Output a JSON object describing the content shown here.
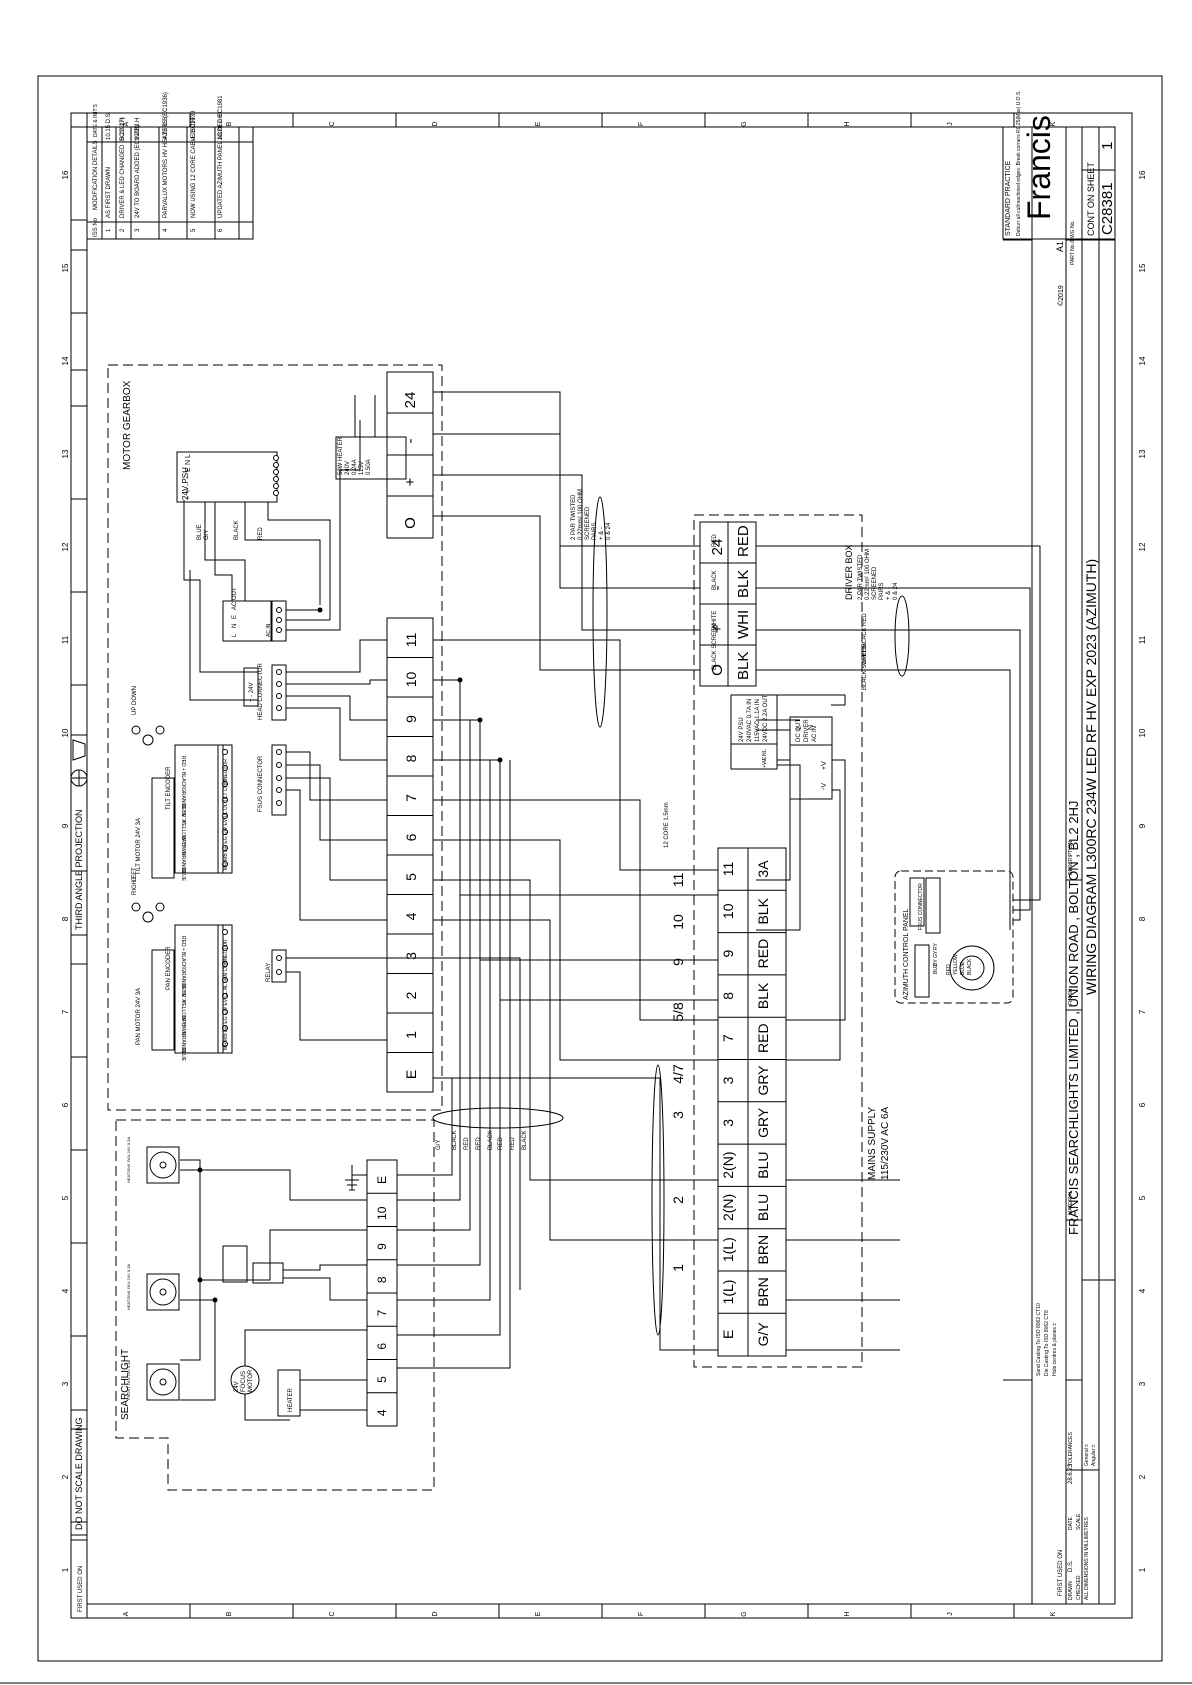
{
  "title_block": {
    "company": "FRANCIS SEARCHLIGHTS LIMITED , UNION ROAD , BOLTON , BL2 2HJ",
    "description": "WIRING DIAGRAM L300RC 234W LED RF HV EXP 2023 (AZIMUTH)",
    "part_no": "C28381",
    "sheet": "1",
    "cont_on_sheet": "CONT ON SHEET",
    "copyright": "©2019",
    "size": "A1",
    "drawn_label": "DRAWN",
    "drawn": "D.S.",
    "date_label": "DATE",
    "date": "28.6.23",
    "checked_label": "CHECKED",
    "scale_label": "SCALE",
    "dimensions": "ALL DIMENSIONS IN MILLIMETRES",
    "tolerances": "TOLERANCES",
    "material": "MATERIAL",
    "finish": "FINISH",
    "description_label": "DESCRIPTION",
    "part_label": "PART No./DWG No.",
    "first_used": "FIRST USED ON",
    "standard_practice": "STANDARD PRACTICE",
    "practice_note": "Deburr all cut/machined edges. Break corners R0.25(Max) U.O.S.",
    "logo": "Francis",
    "sand_casting": "Sand Casting To ISO 8062 CT10",
    "die_casting": "Die Casting To ISO 8062 CT8",
    "hole_centres": "Hole centres & planes ±",
    "general": "General ±",
    "angular": "Angular ±",
    "do_not_scale": "DO NOT SCALE DRAWING",
    "projection": "THIRD ANGLE PROJECTION"
  },
  "revisions": {
    "headers": [
      "ISS No",
      "MODIFICATION DETAILS",
      "DATE & INIT'S"
    ],
    "rows": [
      [
        "1",
        "AS FIRST DRAWN",
        "10.15 D.S."
      ],
      [
        "2",
        "DRIVER & LED CHANGED (EC1927)",
        "9.22 J.H"
      ],
      [
        "3",
        "24V TO BOARD ADDED (EC1928)",
        "9.22 J.H"
      ],
      [
        "4",
        "PARVALUX MOTORS HV HEATERS (EC1936)",
        "4.23 D.S."
      ],
      [
        "5",
        "NOW USING 12 CORE CABLE EC1939",
        "4.23 J.H"
      ],
      [
        "6",
        "UPDATED AZIMUTH PANEL ADDED EC1981",
        "10.23 J.H"
      ]
    ]
  },
  "grid": {
    "columns": [
      "16",
      "15",
      "14",
      "13",
      "12",
      "11",
      "10",
      "9",
      "8",
      "7",
      "6",
      "5",
      "4",
      "3",
      "2",
      "1"
    ],
    "rows": [
      "A",
      "B",
      "C",
      "D",
      "E",
      "F",
      "G",
      "H",
      "J",
      "K"
    ]
  },
  "gearbox": {
    "title": "MOTOR GEARBOX",
    "psu_label": "24V PSU",
    "psu_pins": [
      "L",
      "N",
      "E",
      "-",
      "-",
      "+",
      "+"
    ],
    "psu_wires": [
      "BLUE",
      "G/Y",
      "BLACK",
      "RED"
    ],
    "heater": [
      "58W HEATER",
      "240V",
      "0.24A",
      "115V",
      "0.50A"
    ],
    "ac_out": [
      "L",
      "N",
      "E",
      "AC OUT"
    ],
    "ac_in": [
      "AC IN",
      "L",
      "N",
      "E"
    ],
    "v24": [
      "+",
      "-",
      "24V"
    ],
    "head_connector": [
      "HEAD CONNECTOR",
      "D",
      "H",
      "F",
      "S"
    ],
    "fsus_connector": [
      "FSUS CONNECTOR",
      "O",
      "T",
      "+",
      "-",
      "24"
    ],
    "relay": "RELAY",
    "tilt_switch": [
      "UP",
      "DOWN"
    ],
    "pan_switch": [
      "RIGHT",
      "LEFT"
    ],
    "tilt_wires": [
      "BLUE",
      "ORANGE",
      "BROWN",
      "YELLOW 'B'",
      "BLUE 'A'",
      "ORANGE 5V",
      "BLACK -",
      "RED +"
    ],
    "tilt_labels": [
      "TILT ENCODER",
      "TILT MOTOR 24V 3A"
    ],
    "tilt_connector": "MR MB ER EG EW EV UL DL TILT CONNECTOR",
    "pan_wires": [
      "BLUE",
      "ORANGE",
      "BROWN",
      "YELLOW 'B'",
      "BLUE 'A'",
      "ORANGE 5V",
      "BLACK -",
      "RED +"
    ],
    "pan_labels": [
      "PAN ENCODER",
      "PAN MOTOR 24V 3A"
    ],
    "pan_connector": "MR MB ER EG EW EV CL AL PAN CONNECTOR",
    "terminals_top": [
      "24",
      "-",
      "+",
      "O"
    ],
    "terminals_main": [
      "11",
      "10",
      "9",
      "8",
      "7",
      "6",
      "5",
      "4",
      "3",
      "2",
      "1",
      "E"
    ]
  },
  "searchlight": {
    "title": "SEARCHLIGHT",
    "fans": [
      "HEATSINK FAN 24V 0.3A",
      "HEATSINK FAN 24V 0.3A",
      "FRONT FAN 24V 0.3A"
    ],
    "terminals": [
      "E",
      "10",
      "9",
      "8",
      "7",
      "6",
      "5",
      "4"
    ],
    "focus": [
      "24V",
      "FOCUS",
      "MOTOR"
    ],
    "heater": "HEATER",
    "wires": [
      "G/Y",
      "BLACK",
      "RED",
      "RED",
      "BLACK",
      "RED",
      "RED",
      "BLACK"
    ]
  },
  "driver_box": {
    "title": "DRIVER BOX",
    "terminals_top": [
      "O",
      "+",
      "-",
      "24"
    ],
    "terminals_top_colours": [
      "BLK",
      "WHI",
      "BLK",
      "RED"
    ],
    "wires_in": [
      "RED",
      "BLACK",
      "WHITE",
      "BLACK SCREEN"
    ],
    "pair_note": [
      "2 PAR TWISTED",
      "0.22mm² 100 OHM",
      "SCREENED",
      "PAIRS",
      "+ & -",
      "0 & 24"
    ],
    "pair_note2": [
      "2 PAR TWISTED",
      "0.22mm² 100 OHM",
      "SCREENED",
      "PAIRS",
      "+ & -",
      "0 & 24"
    ],
    "psu": [
      "24V PSU",
      "240VAC 0.7A IN",
      "115VAC 1.1A IN",
      "24VDC 2.2A OUT"
    ],
    "psu_pins": [
      "L",
      "N",
      "E",
      "-V",
      "+V"
    ],
    "dc_driver": [
      "DC OUT",
      "DRIVER",
      "AC IN",
      "+V",
      "-V",
      "L",
      "N"
    ],
    "core_note": "12 CORE 1.5mm",
    "wires_out": [
      "RED",
      "BLACK",
      "WHITE",
      "BLACK SCREEN"
    ],
    "bottom_numbers": [
      "11",
      "10",
      "9",
      "5/8",
      "4/7",
      "3",
      "2",
      "1"
    ],
    "bottom_terminals": [
      "11",
      "10",
      "9",
      "8",
      "7",
      "3",
      "3",
      "2(N)",
      "2(N)",
      "1(L)",
      "1(L)",
      "E"
    ],
    "bottom_colours": [
      "3A",
      "BLK",
      "RED",
      "BLK",
      "RED",
      "GRY",
      "GRY",
      "BLU",
      "BLU",
      "BRN",
      "BRN",
      "G/Y"
    ],
    "bottom_colours2": [
      "",
      "",
      "",
      "",
      "",
      "GRY",
      "GRY",
      "",
      "",
      "",
      "",
      "G/Y"
    ],
    "mains": [
      "MAINS SUPPLY",
      "115/230V AC 6A"
    ]
  },
  "azimuth": {
    "title": "AZIMUTH CONTROL PANEL",
    "pins": [
      "RY",
      "GY",
      "BY",
      "BUZ"
    ],
    "connector": [
      "FSUS CONNECTOR",
      "O",
      "T",
      "+",
      "-",
      "24"
    ],
    "wires": [
      "RED",
      "YELLOW",
      "BLUE",
      "BLACK"
    ]
  }
}
